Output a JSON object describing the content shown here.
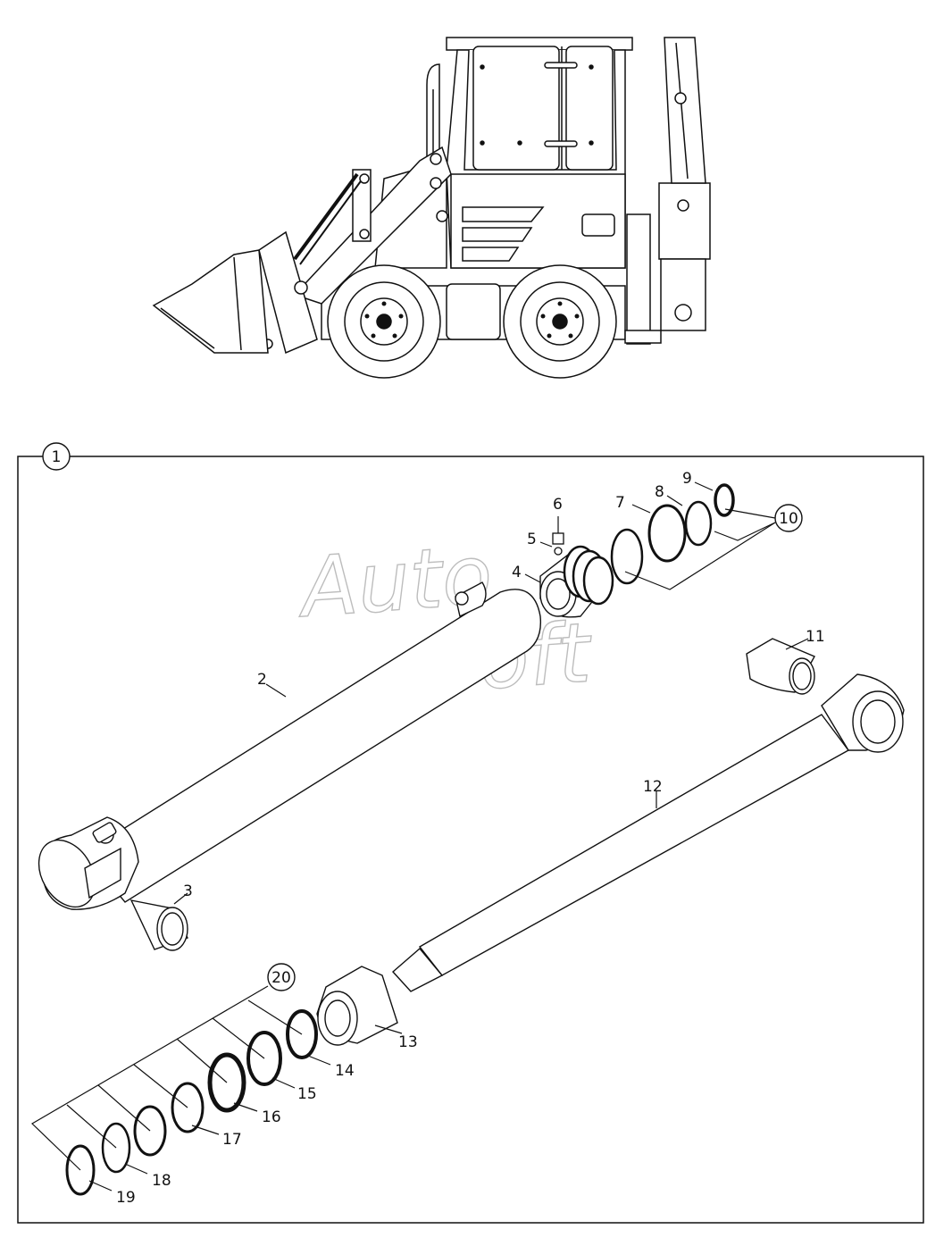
{
  "watermark": {
    "line1": "Auto",
    "line2": "Soft"
  },
  "assembly": {
    "id": "1"
  },
  "callouts": {
    "c2": "2",
    "c3": "3",
    "c4": "4",
    "c5": "5",
    "c6": "6",
    "c7": "7",
    "c8": "8",
    "c9": "9",
    "c10": "10",
    "c11": "11",
    "c12": "12",
    "c13": "13",
    "c14": "14",
    "c15": "15",
    "c16": "16",
    "c17": "17",
    "c18": "18",
    "c19": "19",
    "c20": "20"
  }
}
